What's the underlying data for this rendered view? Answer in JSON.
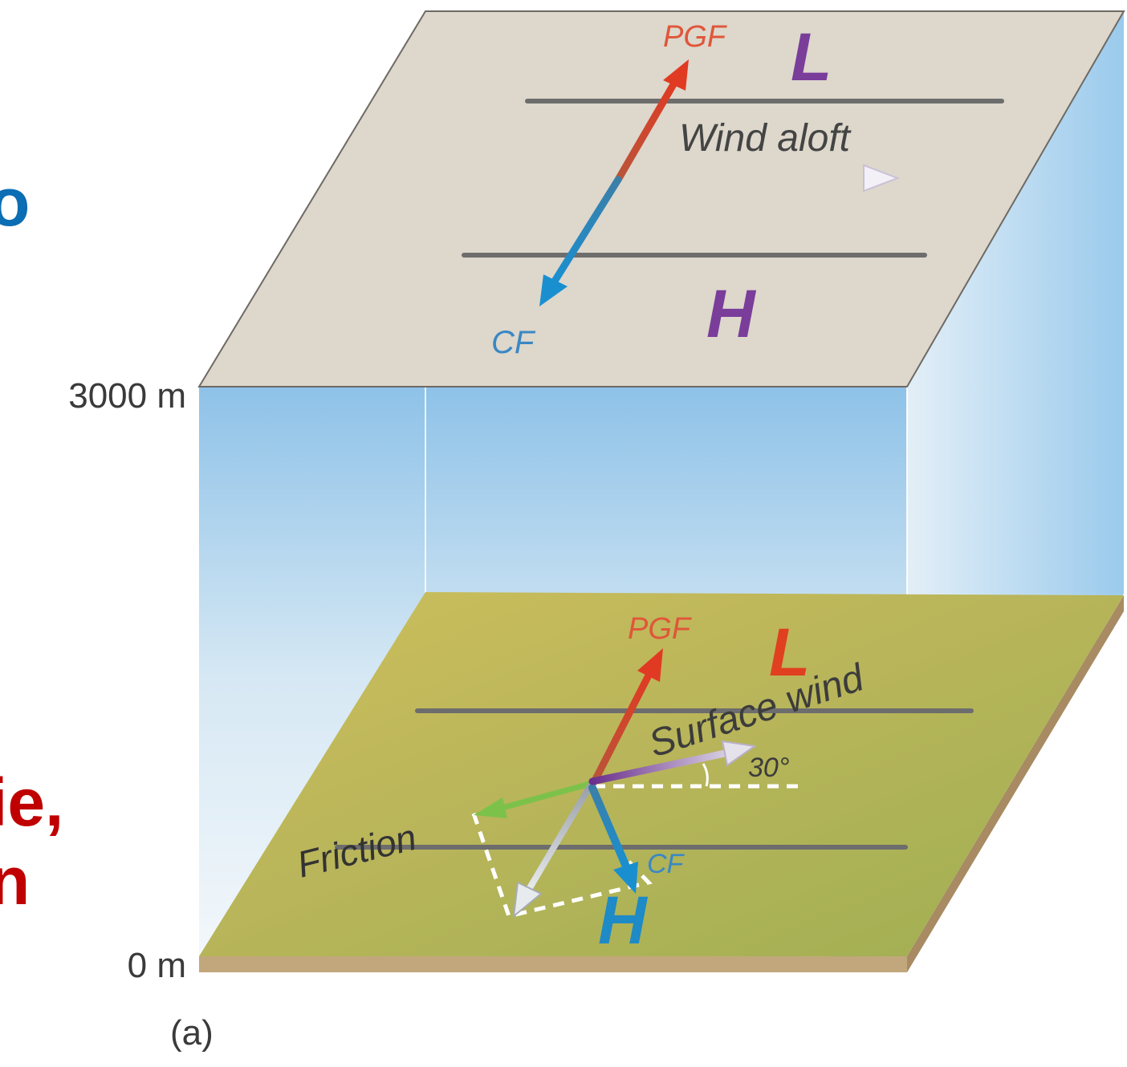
{
  "slide_fragments": {
    "blue_fragment": "o",
    "red_fragment_line1": "ie,",
    "red_fragment_line2": "n"
  },
  "levels": {
    "upper_label": "3000 m",
    "lower_label": "0 m",
    "figure_tag": "(a)"
  },
  "aloft": {
    "pgf_label": "PGF",
    "low_label": "L",
    "wind_label": "Wind aloft",
    "cf_label": "CF",
    "high_label": "H"
  },
  "surface": {
    "pgf_label": "PGF",
    "low_label": "L",
    "wind_label": "Surface wind",
    "angle_label": "30°",
    "friction_label": "Friction",
    "cf_label": "CF",
    "high_label": "H"
  },
  "colors": {
    "pgf": "#d8452a",
    "cf": "#1e8ac6",
    "wind": "#7a3d9a",
    "friction": "#7cc24a",
    "isobar": "#6d6d6d",
    "low_aloft": "#7a3d9a",
    "high_aloft": "#7a3d9a",
    "low_surface": "#e0401f",
    "high_surface": "#1e8ac6",
    "upper_plane": "#ddd7cc",
    "ground": "#b8b45a"
  }
}
